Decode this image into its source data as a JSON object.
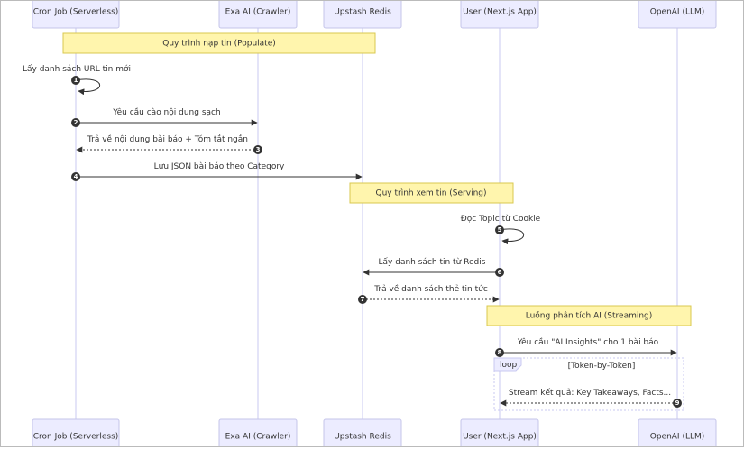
{
  "participants": [
    {
      "id": "cron",
      "label": "Cron Job (Serverless)"
    },
    {
      "id": "exa",
      "label": "Exa AI (Crawler)"
    },
    {
      "id": "redis",
      "label": "Upstash Redis"
    },
    {
      "id": "user",
      "label": "User (Next.js App)"
    },
    {
      "id": "openai",
      "label": "OpenAI (LLM)"
    }
  ],
  "notes": [
    {
      "text": "Quy trình nạp tin (Populate)"
    },
    {
      "text": "Quy trình xem tin (Serving)"
    },
    {
      "text": "Luồng phân tích AI (Streaming)"
    }
  ],
  "messages": [
    {
      "num": "1",
      "from": "cron",
      "to": "cron",
      "text": "Lấy danh sách URL tin mới",
      "style": "solid"
    },
    {
      "num": "2",
      "from": "cron",
      "to": "exa",
      "text": "Yêu cầu cào nội dung sạch",
      "style": "solid"
    },
    {
      "num": "3",
      "from": "exa",
      "to": "cron",
      "text": "Trả về nội dung bài báo + Tóm tắt ngắn",
      "style": "dotted"
    },
    {
      "num": "4",
      "from": "cron",
      "to": "redis",
      "text": "Lưu JSON bài báo theo Category",
      "style": "solid"
    },
    {
      "num": "5",
      "from": "user",
      "to": "user",
      "text": "Đọc Topic từ Cookie",
      "style": "solid"
    },
    {
      "num": "6",
      "from": "user",
      "to": "redis",
      "text": "Lấy danh sách tin từ Redis",
      "style": "solid"
    },
    {
      "num": "7",
      "from": "redis",
      "to": "user",
      "text": "Trả về danh sách thẻ tin tức",
      "style": "dotted"
    },
    {
      "num": "8",
      "from": "user",
      "to": "openai",
      "text": "Yêu cầu \"AI Insights\" cho 1 bài báo",
      "style": "solid"
    },
    {
      "num": "9",
      "from": "openai",
      "to": "user",
      "text": "Stream kết quả: Key Takeaways, Facts...",
      "style": "dotted"
    }
  ],
  "loop": {
    "label": "loop",
    "condition": "[Token-by-Token]"
  },
  "colors": {
    "actor_fill": "#ececff",
    "actor_stroke": "#c5c5ea",
    "note_fill": "#fff5ad",
    "note_stroke": "#d9c84f",
    "line": "#333333"
  }
}
